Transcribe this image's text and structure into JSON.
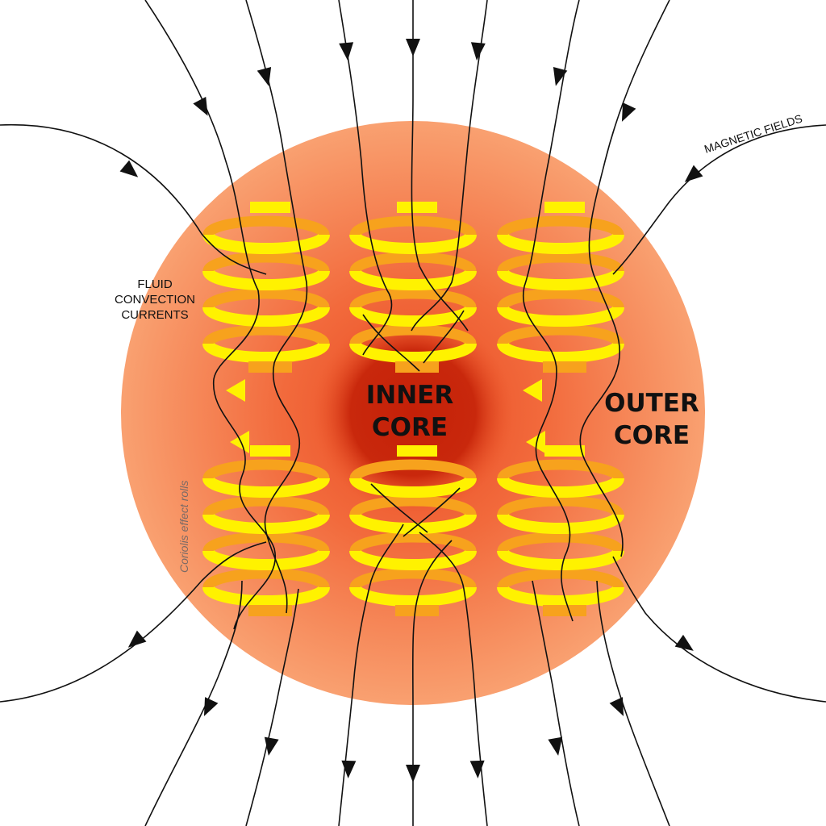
{
  "labels": {
    "inner_core_line1": "INNER",
    "inner_core_line2": "CORE",
    "outer_core_line1": "OUTER",
    "outer_core_line2": "CORE",
    "magnetic_fields": "MAGNETIC FIELDS",
    "fluid_line1": "FLUID",
    "fluid_line2": "CONVECTION",
    "fluid_line3": "CURRENTS",
    "coriolis": "Coriolis effect rolls"
  },
  "colors": {
    "outer_core_edge": "#f9a070",
    "outer_core_mid": "#f26a3c",
    "inner_core": "#c42008",
    "roll_front": "#fff200",
    "roll_back": "#f7a21d",
    "field_line": "#111111",
    "background": "#ffffff"
  },
  "icons": {
    "flow_arrow": "triangle-arrow-icon"
  }
}
